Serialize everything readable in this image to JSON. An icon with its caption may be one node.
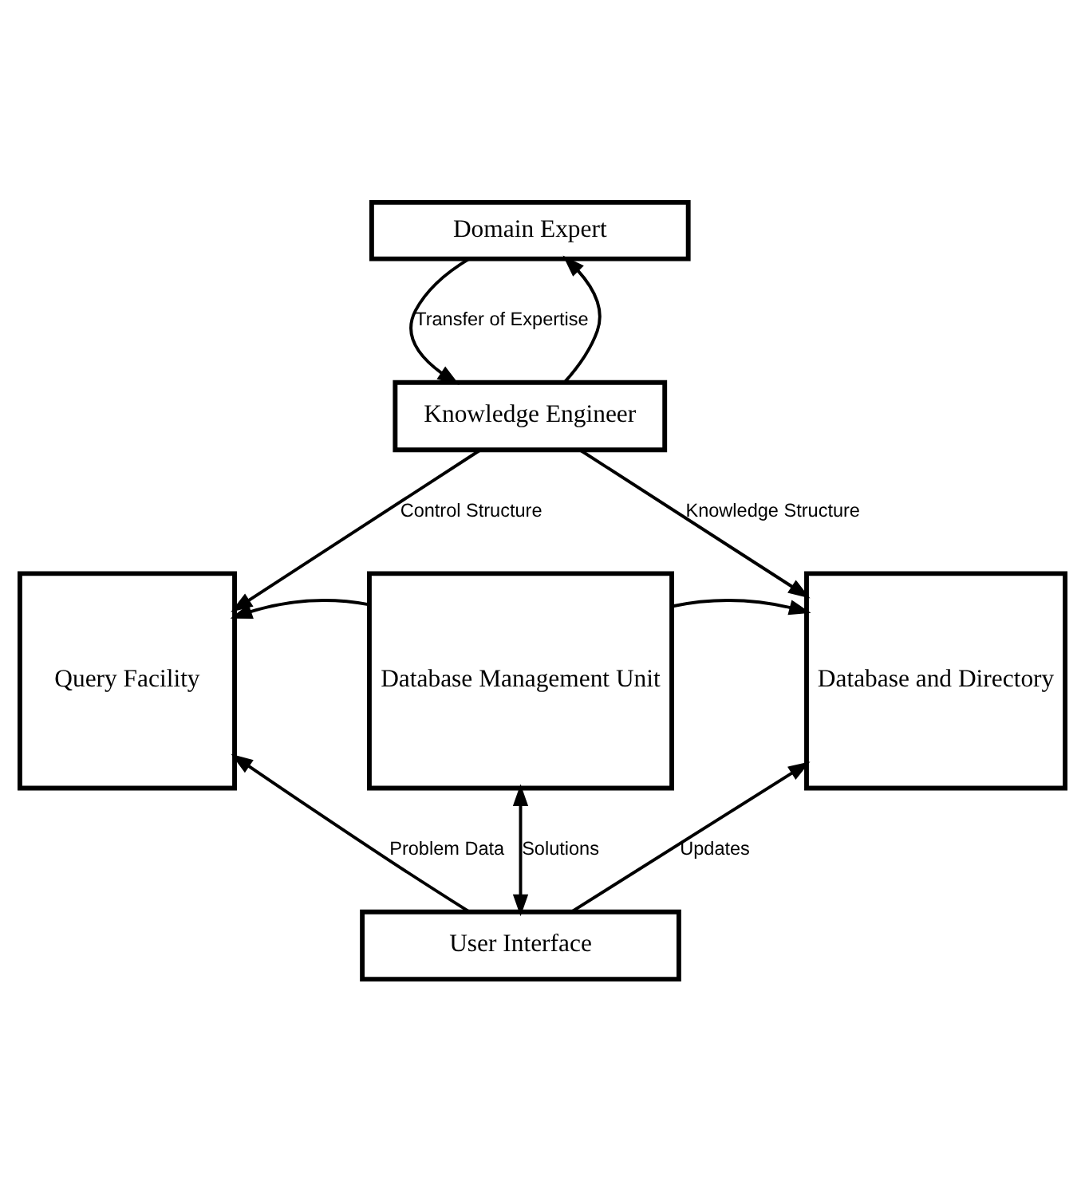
{
  "diagram": {
    "nodes": [
      {
        "text": [
          "Domain Expert"
        ]
      },
      {
        "text": [
          "Knowledge Engineer"
        ]
      },
      {
        "text": [
          "Query Facility"
        ]
      },
      {
        "text": [
          "Database Management Unit"
        ]
      },
      {
        "text": [
          "Database and Directory"
        ]
      },
      {
        "text": [
          "User Interface"
        ]
      }
    ],
    "edges": [
      {
        "from": 0,
        "to": 1,
        "arrow": "to",
        "label": "Transfer of Expertise"
      },
      {
        "from": 1,
        "to": 0,
        "arrow": "to"
      },
      {
        "from": 1,
        "to": 2,
        "arrow": "to",
        "label": "Control Structure"
      },
      {
        "from": 1,
        "to": 4,
        "arrow": "to",
        "label": "Knowledge Structure"
      },
      {
        "from": 3,
        "to": 2,
        "arrow": "to"
      },
      {
        "from": 3,
        "to": 4,
        "arrow": "to"
      },
      {
        "from": 5,
        "to": 2,
        "arrow": "to",
        "label": "Problem Data"
      },
      {
        "from": 3,
        "to": 5,
        "arrow": "both",
        "label": "Solutions"
      },
      {
        "from": 5,
        "to": 4,
        "arrow": "to",
        "label": "Updates"
      }
    ]
  }
}
